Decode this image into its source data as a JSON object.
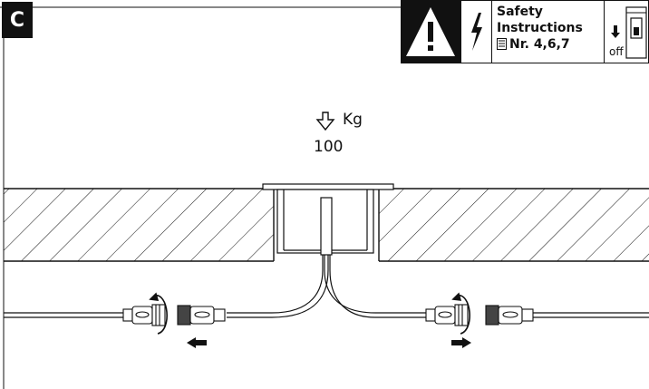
{
  "step": {
    "label": "C"
  },
  "safety": {
    "title_line1": "Safety",
    "title_line2": "Instructions",
    "numbers": "Nr. 4,6,7",
    "switch_label": "off",
    "warning_icon": "warning-triangle-icon",
    "voltage_icon": "lightning-bolt-icon",
    "manual_icon": "manual-book-icon",
    "breaker_icon": "circuit-breaker-icon"
  },
  "load": {
    "unit": "Kg",
    "value": "100",
    "icon": "down-arrow-icon"
  },
  "colors": {
    "ink": "#111111",
    "paper": "#ffffff",
    "cable_fill": "#d9d9d9"
  }
}
